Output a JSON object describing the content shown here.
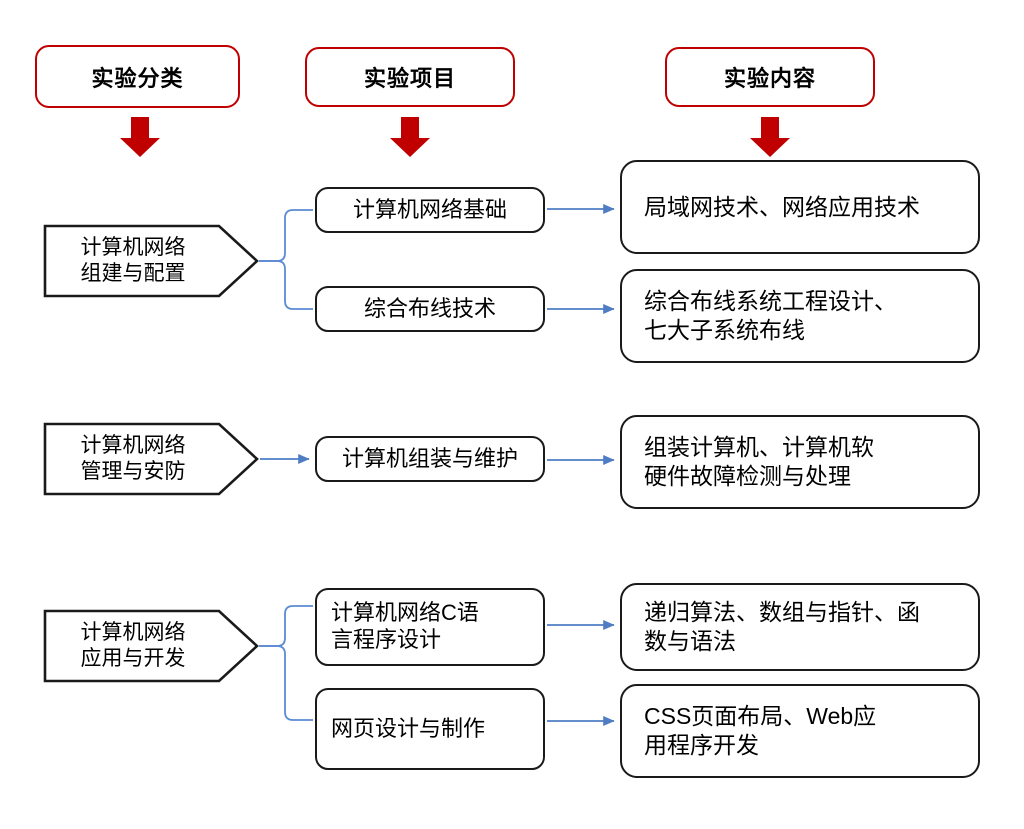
{
  "diagram": {
    "title_columns": [
      {
        "id": "col-category",
        "label": "实验分类"
      },
      {
        "id": "col-project",
        "label": "实验项目"
      },
      {
        "id": "col-content",
        "label": "实验内容"
      }
    ],
    "colors": {
      "header_border": "#C00000",
      "header_arrow": "#C00000",
      "box_border": "#1A1A1A",
      "connector": "#5B8BD4",
      "background": "#FFFFFF"
    },
    "rows": [
      {
        "id": "row-network-build",
        "category": {
          "line1": "计算机网络",
          "line2": "组建与配置"
        },
        "connector_type": "bracket",
        "items": [
          {
            "project": {
              "line1": "计算机网络基础",
              "line2": ""
            },
            "content": {
              "line1": "局域网技术、网络应用技术",
              "line2": ""
            }
          },
          {
            "project": {
              "line1": "综合布线技术",
              "line2": ""
            },
            "content": {
              "line1": "综合布线系统工程设计、",
              "line2": "七大子系统布线"
            }
          }
        ]
      },
      {
        "id": "row-network-manage",
        "category": {
          "line1": "计算机网络",
          "line2": "管理与安防"
        },
        "connector_type": "straight",
        "items": [
          {
            "project": {
              "line1": "计算机组装与维护",
              "line2": ""
            },
            "content": {
              "line1": "组装计算机、计算机软",
              "line2": "硬件故障检测与处理"
            }
          }
        ]
      },
      {
        "id": "row-network-app",
        "category": {
          "line1": "计算机网络",
          "line2": "应用与开发"
        },
        "connector_type": "bracket",
        "items": [
          {
            "project": {
              "line1": "计算机网络C语",
              "line2": "言程序设计"
            },
            "content": {
              "line1": "递归算法、数组与指针、函",
              "line2": "数与语法"
            }
          },
          {
            "project": {
              "line1": "网页设计与制作",
              "line2": ""
            },
            "content": {
              "line1": "CSS页面布局、Web应",
              "line2": "用程序开发"
            }
          }
        ]
      }
    ]
  }
}
